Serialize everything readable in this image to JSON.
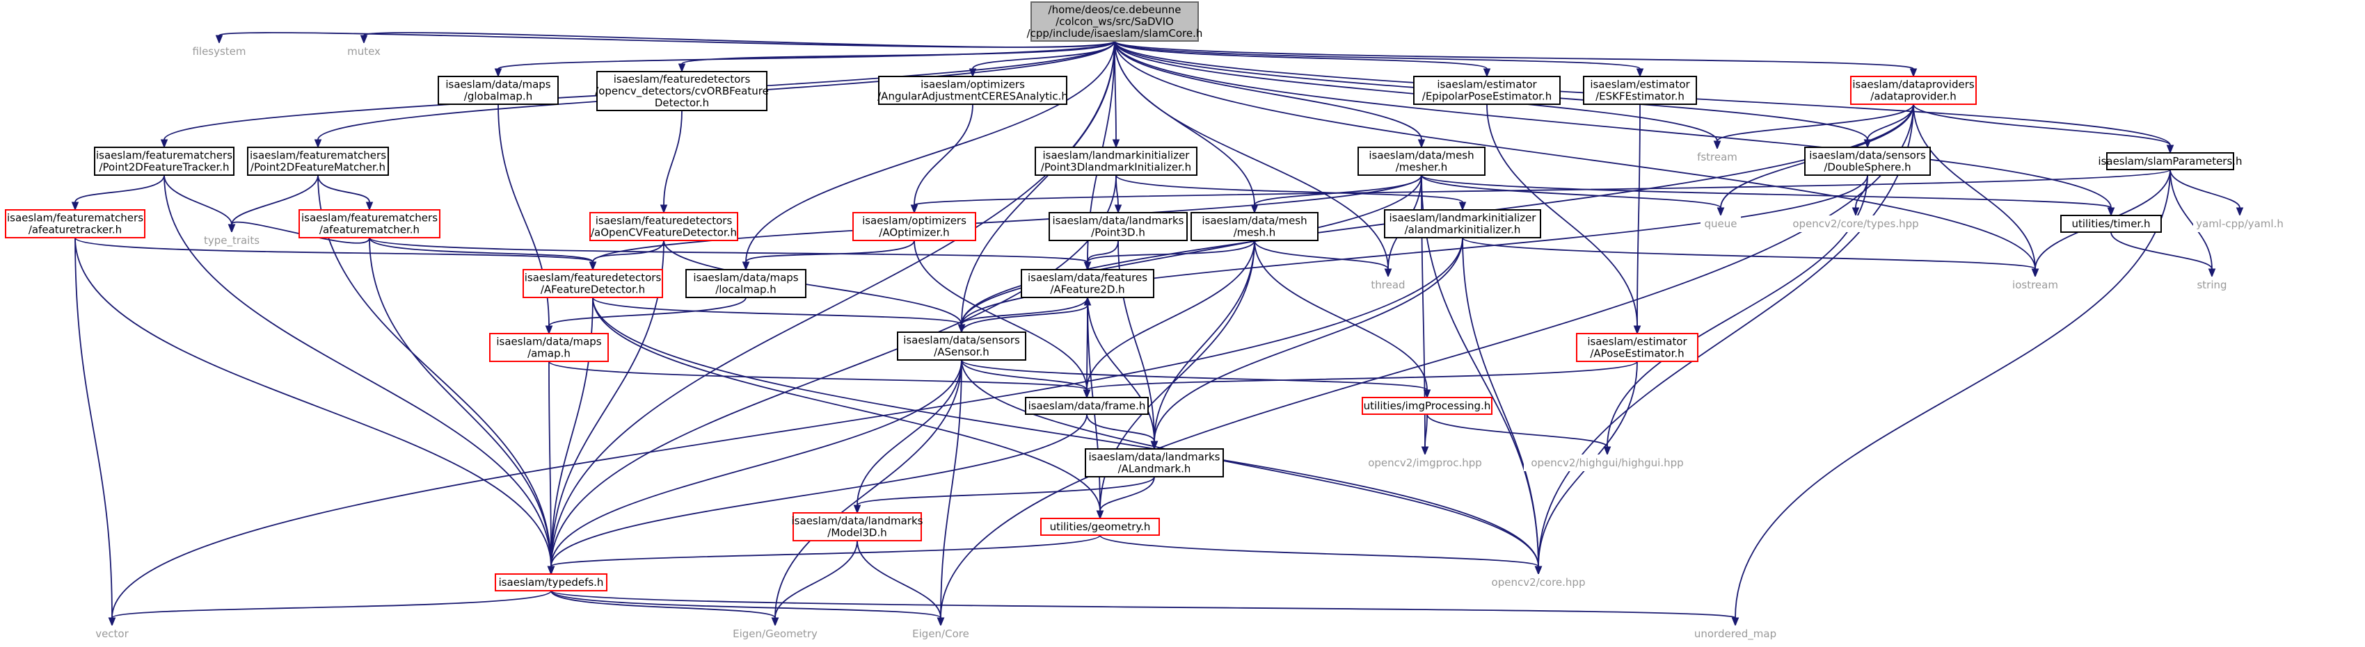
{
  "colors": {
    "edge": "#191970",
    "normal_border": "#000000",
    "missing_border": "#ff0000",
    "external_text": "#999999",
    "root_fill": "#bfbfbf"
  },
  "nodes": [
    {
      "id": "root",
      "lines": [
        "/home/deos/ce.debeunne",
        "/colcon_ws/src/SaDVIO",
        "/cpp/include/isaeslam/slamCore.h"
      ],
      "kind": "root"
    },
    {
      "id": "filesystem",
      "lines": [
        "filesystem"
      ],
      "kind": "external"
    },
    {
      "id": "mutex",
      "lines": [
        "mutex"
      ],
      "kind": "external"
    },
    {
      "id": "globalmap",
      "lines": [
        "isaeslam/data/maps",
        "/globalmap.h"
      ],
      "kind": "normal"
    },
    {
      "id": "cvorb",
      "lines": [
        "isaeslam/featuredetectors",
        "/opencv_detectors/cvORBFeature",
        "Detector.h"
      ],
      "kind": "normal"
    },
    {
      "id": "angadj",
      "lines": [
        "isaeslam/optimizers",
        "/AngularAdjustmentCERESAnalytic.h"
      ],
      "kind": "normal"
    },
    {
      "id": "epipolar",
      "lines": [
        "isaeslam/estimator",
        "/EpipolarPoseEstimator.h"
      ],
      "kind": "normal"
    },
    {
      "id": "eskf",
      "lines": [
        "isaeslam/estimator",
        "/ESKFEstimator.h"
      ],
      "kind": "normal"
    },
    {
      "id": "adataprovider",
      "lines": [
        "isaeslam/dataproviders",
        "/adataprovider.h"
      ],
      "kind": "missing"
    },
    {
      "id": "fstream",
      "lines": [
        "fstream"
      ],
      "kind": "external"
    },
    {
      "id": "p2dtracker",
      "lines": [
        "isaeslam/featurematchers",
        "/Point2DFeatureTracker.h"
      ],
      "kind": "normal"
    },
    {
      "id": "p2dmatcher",
      "lines": [
        "isaeslam/featurematchers",
        "/Point2DFeatureMatcher.h"
      ],
      "kind": "normal"
    },
    {
      "id": "p3dlandmark",
      "lines": [
        "isaeslam/landmarkinitializer",
        "/Point3DlandmarkInitializer.h"
      ],
      "kind": "normal"
    },
    {
      "id": "mesher",
      "lines": [
        "isaeslam/data/mesh",
        "/mesher.h"
      ],
      "kind": "normal"
    },
    {
      "id": "doublesphere",
      "lines": [
        "isaeslam/data/sensors",
        "/DoubleSphere.h"
      ],
      "kind": "normal"
    },
    {
      "id": "slamparams",
      "lines": [
        "isaeslam/slamParameters.h"
      ],
      "kind": "normal"
    },
    {
      "id": "afeaturetracker",
      "lines": [
        "isaeslam/featurematchers",
        "/afeaturetracker.h"
      ],
      "kind": "missing"
    },
    {
      "id": "afeaturematcher",
      "lines": [
        "isaeslam/featurematchers",
        "/afeaturematcher.h"
      ],
      "kind": "missing"
    },
    {
      "id": "typetraits",
      "lines": [
        "type_traits"
      ],
      "kind": "external"
    },
    {
      "id": "aocvfd",
      "lines": [
        "isaeslam/featuredetectors",
        "/aOpenCVFeatureDetector.h"
      ],
      "kind": "missing"
    },
    {
      "id": "aoptimizer",
      "lines": [
        "isaeslam/optimizers",
        "/AOptimizer.h"
      ],
      "kind": "missing"
    },
    {
      "id": "point3d",
      "lines": [
        "isaeslam/data/landmarks",
        "/Point3D.h"
      ],
      "kind": "normal"
    },
    {
      "id": "meshh",
      "lines": [
        "isaeslam/data/mesh",
        "/mesh.h"
      ],
      "kind": "normal"
    },
    {
      "id": "alandmarkinit",
      "lines": [
        "isaeslam/landmarkinitializer",
        "/alandmarkinitializer.h"
      ],
      "kind": "normal"
    },
    {
      "id": "queue",
      "lines": [
        "queue"
      ],
      "kind": "external"
    },
    {
      "id": "cvtypes",
      "lines": [
        "opencv2/core/types.hpp"
      ],
      "kind": "external"
    },
    {
      "id": "timer",
      "lines": [
        "utilities/timer.h"
      ],
      "kind": "normal"
    },
    {
      "id": "yaml",
      "lines": [
        "yaml-cpp/yaml.h"
      ],
      "kind": "external"
    },
    {
      "id": "afeaturedetector",
      "lines": [
        "isaeslam/featuredetectors",
        "/AFeatureDetector.h"
      ],
      "kind": "missing"
    },
    {
      "id": "localmap",
      "lines": [
        "isaeslam/data/maps",
        "/localmap.h"
      ],
      "kind": "normal"
    },
    {
      "id": "afeature2d",
      "lines": [
        "isaeslam/data/features",
        "/AFeature2D.h"
      ],
      "kind": "normal"
    },
    {
      "id": "thread",
      "lines": [
        "thread"
      ],
      "kind": "external"
    },
    {
      "id": "iostream",
      "lines": [
        "iostream"
      ],
      "kind": "external"
    },
    {
      "id": "string",
      "lines": [
        "string"
      ],
      "kind": "external"
    },
    {
      "id": "amap",
      "lines": [
        "isaeslam/data/maps",
        "/amap.h"
      ],
      "kind": "missing"
    },
    {
      "id": "asensor",
      "lines": [
        "isaeslam/data/sensors",
        "/ASensor.h"
      ],
      "kind": "normal"
    },
    {
      "id": "aposeestimator",
      "lines": [
        "isaeslam/estimator",
        "/APoseEstimator.h"
      ],
      "kind": "missing"
    },
    {
      "id": "frame",
      "lines": [
        "isaeslam/data/frame.h"
      ],
      "kind": "normal"
    },
    {
      "id": "imgprocessing",
      "lines": [
        "utilities/imgProcessing.h"
      ],
      "kind": "missing"
    },
    {
      "id": "imgproc",
      "lines": [
        "opencv2/imgproc.hpp"
      ],
      "kind": "external"
    },
    {
      "id": "highgui",
      "lines": [
        "opencv2/highgui/highgui.hpp"
      ],
      "kind": "external"
    },
    {
      "id": "alandmark",
      "lines": [
        "isaeslam/data/landmarks",
        "/ALandmark.h"
      ],
      "kind": "normal"
    },
    {
      "id": "model3d",
      "lines": [
        "isaeslam/data/landmarks",
        "/Model3D.h"
      ],
      "kind": "missing"
    },
    {
      "id": "geometry",
      "lines": [
        "utilities/geometry.h"
      ],
      "kind": "missing"
    },
    {
      "id": "typedefs",
      "lines": [
        "isaeslam/typedefs.h"
      ],
      "kind": "missing"
    },
    {
      "id": "cvcore",
      "lines": [
        "opencv2/core.hpp"
      ],
      "kind": "external"
    },
    {
      "id": "vector",
      "lines": [
        "vector"
      ],
      "kind": "external"
    },
    {
      "id": "eigengeom",
      "lines": [
        "Eigen/Geometry"
      ],
      "kind": "external"
    },
    {
      "id": "eigencore",
      "lines": [
        "Eigen/Core"
      ],
      "kind": "external"
    },
    {
      "id": "unorderedmap",
      "lines": [
        "unordered_map"
      ],
      "kind": "external"
    }
  ],
  "edges": [
    [
      "root",
      "filesystem"
    ],
    [
      "root",
      "mutex"
    ],
    [
      "root",
      "globalmap"
    ],
    [
      "root",
      "cvorb"
    ],
    [
      "root",
      "angadj"
    ],
    [
      "root",
      "epipolar"
    ],
    [
      "root",
      "eskf"
    ],
    [
      "root",
      "adataprovider"
    ],
    [
      "root",
      "fstream"
    ],
    [
      "root",
      "p2dtracker"
    ],
    [
      "root",
      "p2dmatcher"
    ],
    [
      "root",
      "p3dlandmark"
    ],
    [
      "root",
      "mesher"
    ],
    [
      "root",
      "doublesphere"
    ],
    [
      "root",
      "slamparams"
    ],
    [
      "root",
      "timer"
    ],
    [
      "root",
      "iostream"
    ],
    [
      "root",
      "thread"
    ],
    [
      "root",
      "meshh"
    ],
    [
      "root",
      "asensor"
    ],
    [
      "root",
      "afeature2d"
    ],
    [
      "root",
      "localmap"
    ],
    [
      "root",
      "typedefs"
    ],
    [
      "globalmap",
      "amap"
    ],
    [
      "cvorb",
      "aocvfd"
    ],
    [
      "angadj",
      "aoptimizer"
    ],
    [
      "epipolar",
      "aposeestimator"
    ],
    [
      "eskf",
      "aposeestimator"
    ],
    [
      "adataprovider",
      "fstream"
    ],
    [
      "adataprovider",
      "doublesphere"
    ],
    [
      "adataprovider",
      "slamparams"
    ],
    [
      "adataprovider",
      "queue"
    ],
    [
      "adataprovider",
      "iostream"
    ],
    [
      "adataprovider",
      "cvcore"
    ],
    [
      "adataprovider",
      "eigencore"
    ],
    [
      "adataprovider",
      "asensor"
    ],
    [
      "p2dtracker",
      "afeaturetracker"
    ],
    [
      "p2dtracker",
      "typetraits"
    ],
    [
      "p2dtracker",
      "typedefs"
    ],
    [
      "p2dmatcher",
      "afeaturematcher"
    ],
    [
      "p2dmatcher",
      "typetraits"
    ],
    [
      "p2dmatcher",
      "typedefs"
    ],
    [
      "afeaturetracker",
      "afeaturedetector"
    ],
    [
      "afeaturetracker",
      "typedefs"
    ],
    [
      "afeaturetracker",
      "vector"
    ],
    [
      "afeaturematcher",
      "afeaturedetector"
    ],
    [
      "afeaturematcher",
      "typetraits"
    ],
    [
      "afeaturematcher",
      "typedefs"
    ],
    [
      "afeaturematcher",
      "afeature2d"
    ],
    [
      "p3dlandmark",
      "alandmarkinit"
    ],
    [
      "p3dlandmark",
      "point3d"
    ],
    [
      "p3dlandmark",
      "typedefs"
    ],
    [
      "mesher",
      "meshh"
    ],
    [
      "mesher",
      "thread"
    ],
    [
      "mesher",
      "queue"
    ],
    [
      "mesher",
      "timer"
    ],
    [
      "mesher",
      "asensor"
    ],
    [
      "mesher",
      "afeaturedetector"
    ],
    [
      "mesher",
      "imgproc"
    ],
    [
      "mesher",
      "cvcore"
    ],
    [
      "doublesphere",
      "asensor"
    ],
    [
      "doublesphere",
      "cvtypes"
    ],
    [
      "doublesphere",
      "highgui"
    ],
    [
      "slamparams",
      "yaml"
    ],
    [
      "slamparams",
      "iostream"
    ],
    [
      "slamparams",
      "string"
    ],
    [
      "slamparams",
      "unorderedmap"
    ],
    [
      "slamparams",
      "aoptimizer"
    ],
    [
      "timer",
      "string"
    ],
    [
      "aocvfd",
      "afeaturedetector"
    ],
    [
      "aocvfd",
      "asensor"
    ],
    [
      "aocvfd",
      "typedefs"
    ],
    [
      "aoptimizer",
      "localmap"
    ],
    [
      "aoptimizer",
      "frame"
    ],
    [
      "point3d",
      "afeature2d"
    ],
    [
      "point3d",
      "alandmark"
    ],
    [
      "meshh",
      "afeature2d"
    ],
    [
      "meshh",
      "frame"
    ],
    [
      "meshh",
      "alandmark"
    ],
    [
      "meshh",
      "thread"
    ],
    [
      "meshh",
      "imgprocessing"
    ],
    [
      "meshh",
      "geometry"
    ],
    [
      "alandmarkinit",
      "alandmark"
    ],
    [
      "alandmarkinit",
      "cvcore"
    ],
    [
      "alandmarkinit",
      "iostream"
    ],
    [
      "alandmarkinit",
      "vector"
    ],
    [
      "afeaturedetector",
      "asensor"
    ],
    [
      "afeaturedetector",
      "typedefs"
    ],
    [
      "afeaturedetector",
      "geometry"
    ],
    [
      "afeaturedetector",
      "cvcore"
    ],
    [
      "localmap",
      "amap"
    ],
    [
      "afeature2d",
      "asensor"
    ],
    [
      "afeature2d",
      "alandmark"
    ],
    [
      "afeature2d",
      "geometry"
    ],
    [
      "asensor",
      "afeature2d"
    ],
    [
      "asensor",
      "frame"
    ],
    [
      "asensor",
      "model3d"
    ],
    [
      "asensor",
      "imgprocessing"
    ],
    [
      "asensor",
      "typedefs"
    ],
    [
      "asensor",
      "cvcore"
    ],
    [
      "asensor",
      "eigengeom"
    ],
    [
      "asensor",
      "eigencore"
    ],
    [
      "amap",
      "frame"
    ],
    [
      "amap",
      "typedefs"
    ],
    [
      "aposeestimator",
      "frame"
    ],
    [
      "aposeestimator",
      "cvcore"
    ],
    [
      "frame",
      "afeature2d"
    ],
    [
      "frame",
      "alandmark"
    ],
    [
      "frame",
      "typedefs"
    ],
    [
      "imgprocessing",
      "imgproc"
    ],
    [
      "imgprocessing",
      "highgui"
    ],
    [
      "alandmark",
      "model3d"
    ],
    [
      "alandmark",
      "geometry"
    ],
    [
      "model3d",
      "eigengeom"
    ],
    [
      "model3d",
      "eigencore"
    ],
    [
      "geometry",
      "typedefs"
    ],
    [
      "geometry",
      "cvcore"
    ],
    [
      "typedefs",
      "vector"
    ],
    [
      "typedefs",
      "eigengeom"
    ],
    [
      "typedefs",
      "eigencore"
    ],
    [
      "typedefs",
      "unorderedmap"
    ]
  ]
}
